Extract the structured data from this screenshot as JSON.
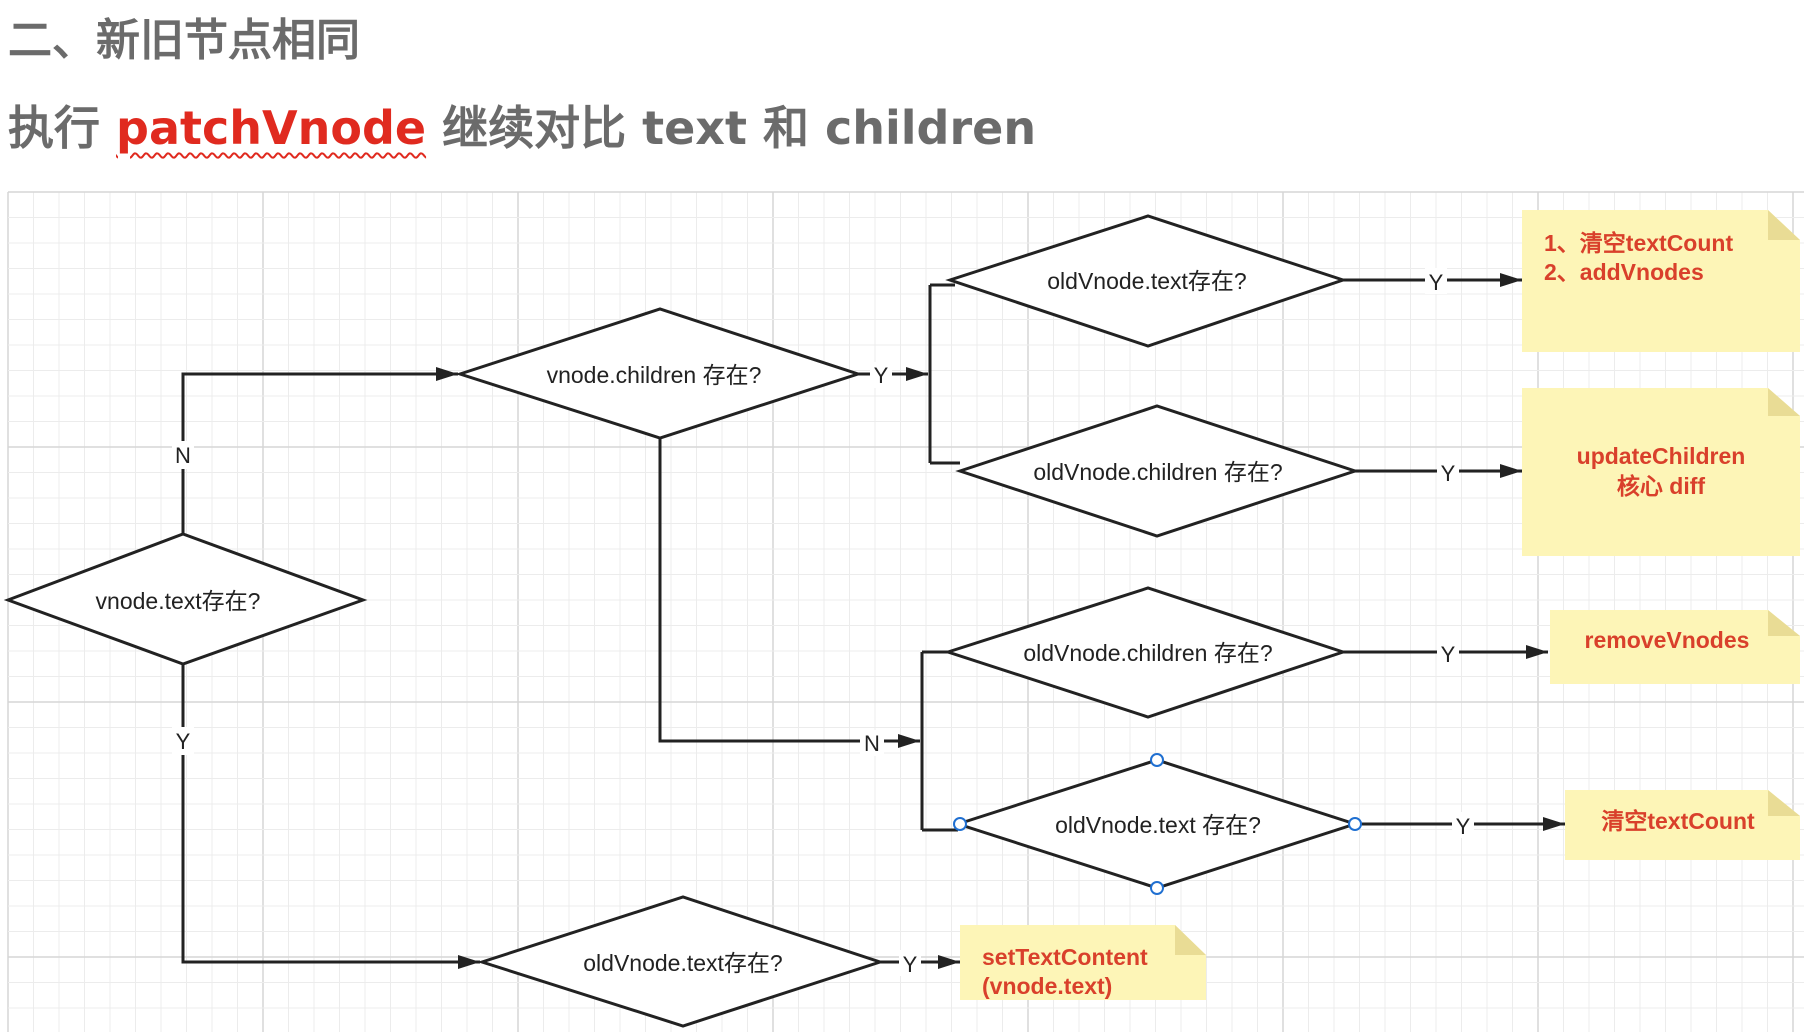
{
  "heading": {
    "section_title": "二、新旧节点相同",
    "subtitle_prefix": "执行",
    "subtitle_keyword": "patchVnode",
    "subtitle_suffix": "继续对比 text 和 children"
  },
  "colors": {
    "heading": "#6b6b6b",
    "keyword": "#e02a1f",
    "note_fill": "#fdf5b7",
    "note_text": "#d9402b",
    "line": "#222222",
    "grid": "#e6e6e6",
    "handle": "#1f6fd1"
  },
  "diagram": {
    "decisions": {
      "vnode_text": "vnode.text存在?",
      "vnode_children": "vnode.children 存在?",
      "old_text_top": "oldVnode.text存在?",
      "old_children_top": "oldVnode.children 存在?",
      "old_children_mid": "oldVnode.children 存在?",
      "old_text_mid": "oldVnode.text 存在?",
      "old_text_bottom": "oldVnode.text存在?"
    },
    "labels": {
      "yes": "Y",
      "no": "N"
    },
    "notes": {
      "add": [
        "1、清空textCount",
        "2、addVnodes"
      ],
      "update": [
        "updateChildren",
        "核心 diff"
      ],
      "remove": [
        "removeVnodes"
      ],
      "clear": [
        "清空textCount"
      ],
      "set": [
        "setTextContent",
        "(vnode.text)"
      ]
    }
  }
}
